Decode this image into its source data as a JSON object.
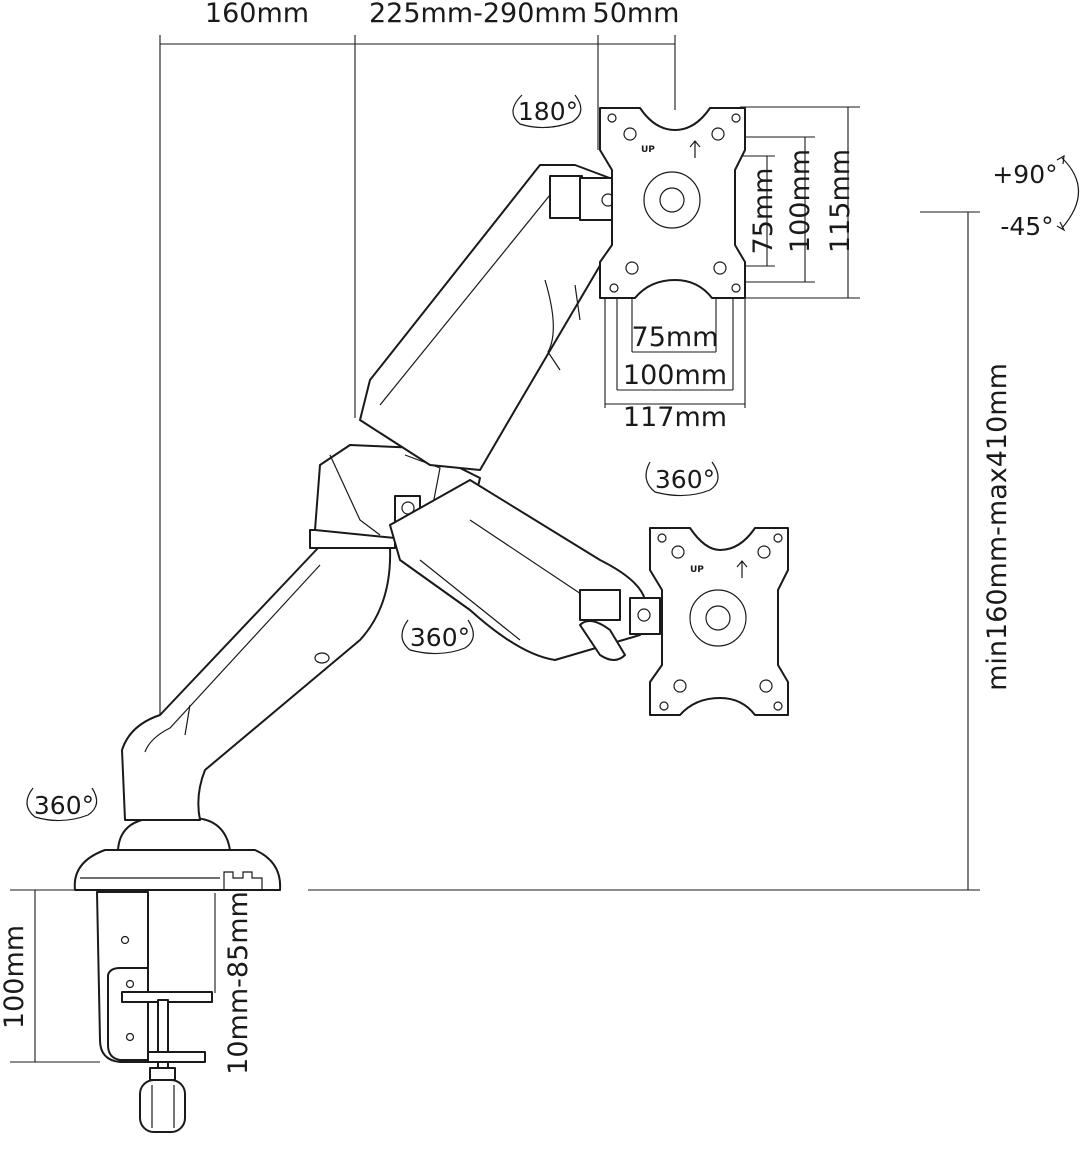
{
  "dimensions": {
    "arm_offset": "160mm",
    "arm_reach": "225mm-290mm",
    "tilt_offset": "50mm",
    "vesa_h_75": "75mm",
    "vesa_h_100": "100mm",
    "plate_height": "115mm",
    "vesa_w_75": "75mm",
    "vesa_w_100": "100mm",
    "plate_width": "117mm",
    "height_range": "min160mm-max410mm",
    "clamp_height": "100mm",
    "desk_thickness": "10mm-85mm"
  },
  "rotations": {
    "head_rotation": "180°",
    "tilt_up": "+90°",
    "tilt_down": "-45°",
    "swivel_elbow": "360°",
    "swivel_joint": "360°",
    "swivel_base": "360°"
  },
  "plate_labels": {
    "upper_up": "UP",
    "lower_up": "UP"
  }
}
